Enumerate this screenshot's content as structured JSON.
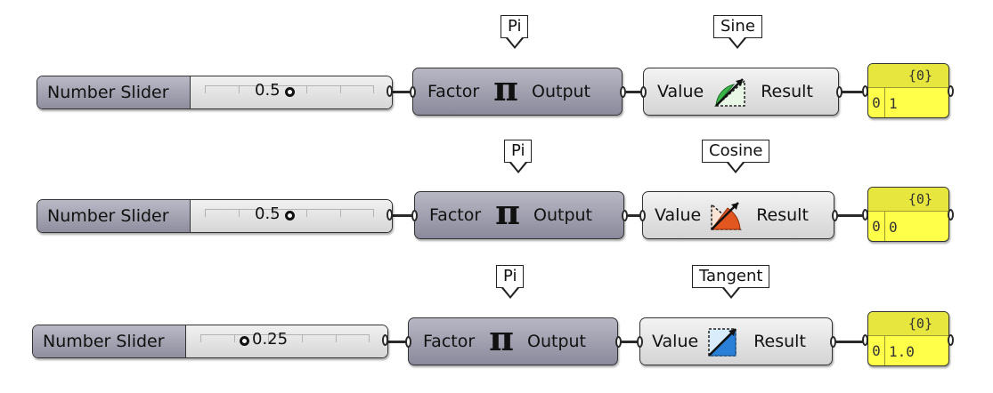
{
  "rows": [
    {
      "slider": {
        "name": "Number Slider",
        "value": "0.5"
      },
      "pi": {
        "callout": "Pi",
        "input": "Factor",
        "symbol": "π",
        "output": "Output"
      },
      "trig": {
        "callout": "Sine",
        "input": "Value",
        "output": "Result",
        "icon": "sine-icon"
      },
      "panel": {
        "header": "{0}",
        "index": "0",
        "value": "1"
      }
    },
    {
      "slider": {
        "name": "Number Slider",
        "value": "0.5"
      },
      "pi": {
        "callout": "Pi",
        "input": "Factor",
        "symbol": "π",
        "output": "Output"
      },
      "trig": {
        "callout": "Cosine",
        "input": "Value",
        "output": "Result",
        "icon": "cosine-icon"
      },
      "panel": {
        "header": "{0}",
        "index": "0",
        "value": "0"
      }
    },
    {
      "slider": {
        "name": "Number Slider",
        "value": "0.25"
      },
      "pi": {
        "callout": "Pi",
        "input": "Factor",
        "symbol": "π",
        "output": "Output"
      },
      "trig": {
        "callout": "Tangent",
        "input": "Value",
        "output": "Result",
        "icon": "tangent-icon"
      },
      "panel": {
        "header": "{0}",
        "index": "0",
        "value": "1.0"
      }
    }
  ],
  "colors": {
    "panel_bg": "#ffff4a",
    "pi_component": "#9a9aab",
    "sine_icon": "#39b54a",
    "cosine_icon": "#e2561f",
    "tangent_icon": "#2a7fd6"
  }
}
